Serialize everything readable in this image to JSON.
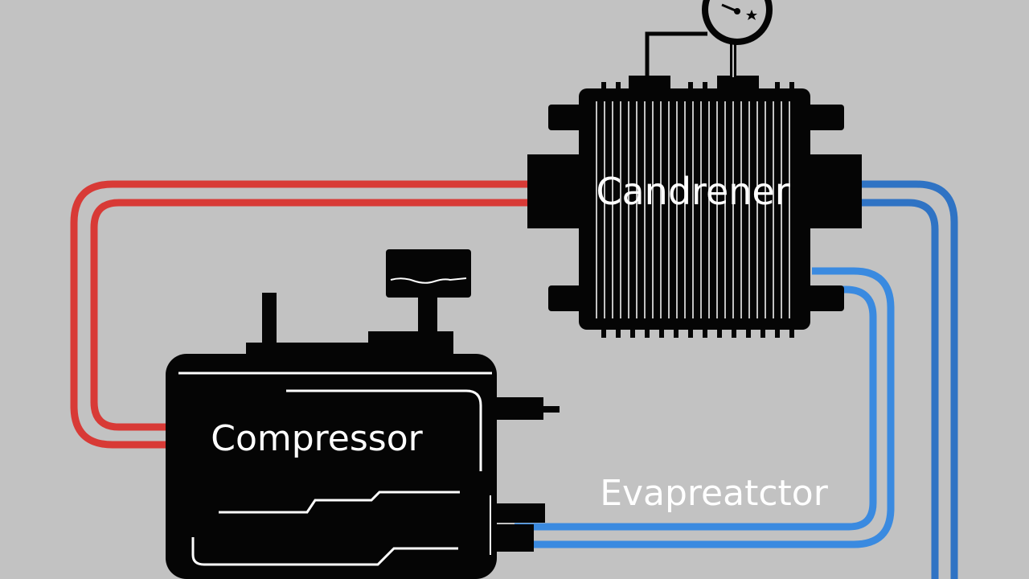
{
  "diagram": {
    "labels": {
      "condenser": "Candrener",
      "compressor": "Compressor",
      "evaporator": "Evapreatctor"
    },
    "colors": {
      "background": "#c2c2c2",
      "hot_line": "#d83a36",
      "cold_line": "#2f7fd8",
      "component": "#050505",
      "label": "#ffffff"
    }
  }
}
